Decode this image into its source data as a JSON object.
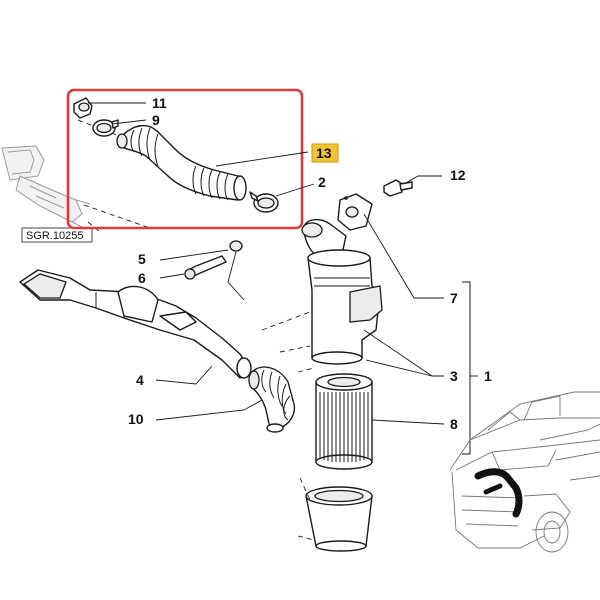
{
  "drawing_ref": "SGR.10255",
  "highlight": {
    "color": "#e23a3a"
  },
  "callouts": {
    "p11": "11",
    "p9": "9",
    "p13": "13",
    "p2": "2",
    "p12": "12",
    "p5": "5",
    "p6": "6",
    "p7": "7",
    "p4": "4",
    "p3": "3",
    "p1": "1",
    "p10": "10",
    "p8": "8"
  },
  "colors": {
    "badge_fill": "#f4c430",
    "badge_stroke": "#c99a12",
    "line": "#1a1a1a",
    "van_harness": "#111111"
  }
}
